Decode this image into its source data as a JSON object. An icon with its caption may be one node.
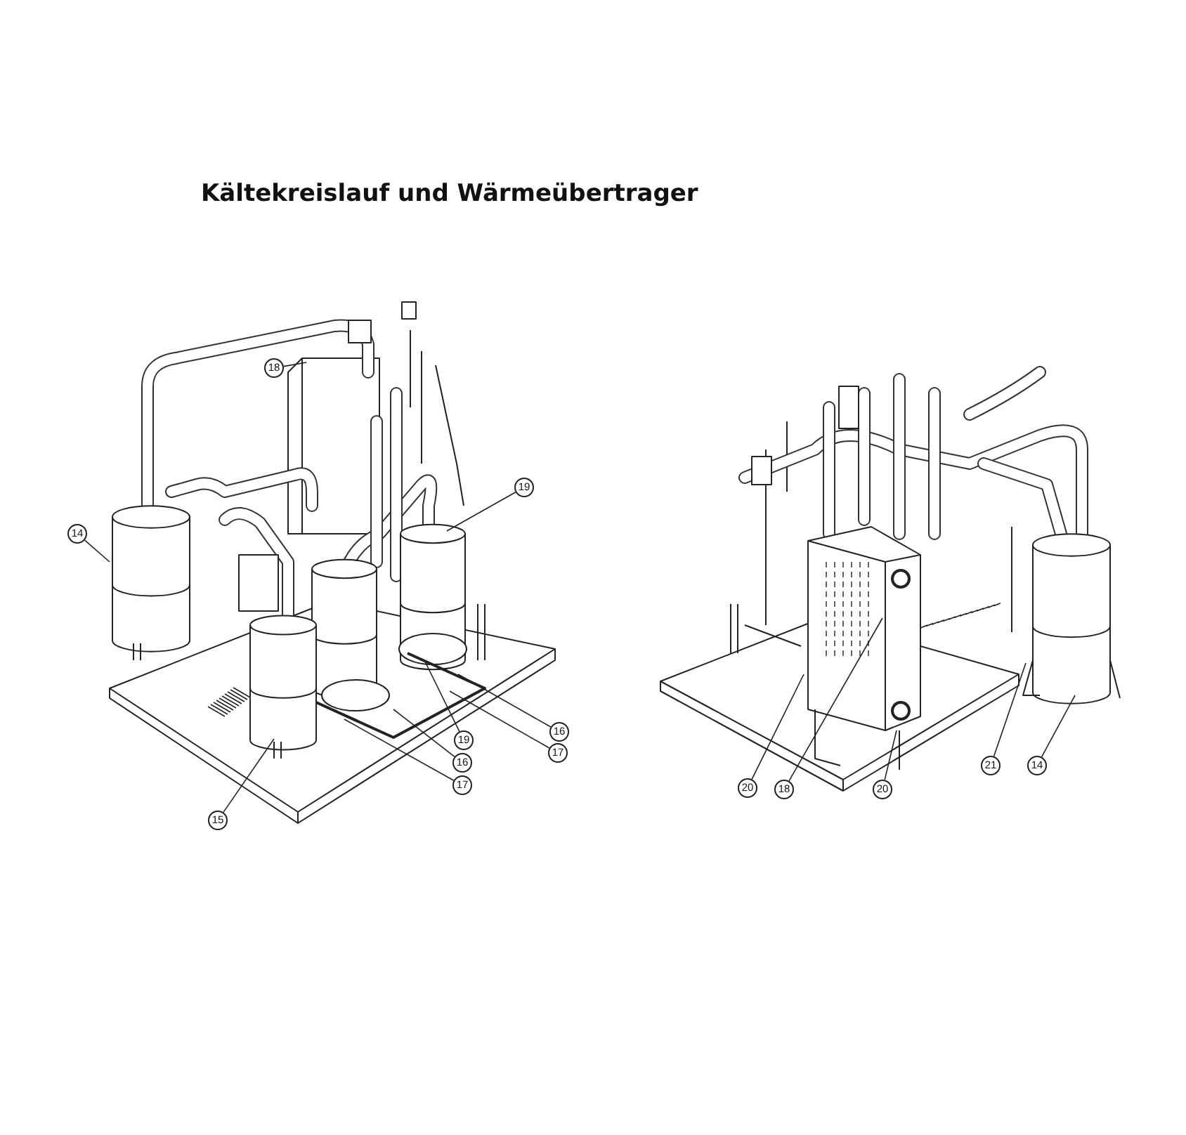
{
  "diagram": {
    "title": "Kältekreislauf und Wärmeübertrager",
    "nodes": [
      {
        "text": [
          "14"
        ]
      },
      {
        "text": [
          "18"
        ]
      },
      {
        "text": [
          "19"
        ]
      },
      {
        "text": [
          "16"
        ]
      },
      {
        "text": [
          "17"
        ]
      },
      {
        "text": [
          "19"
        ]
      },
      {
        "text": [
          "16"
        ]
      },
      {
        "text": [
          "17"
        ]
      },
      {
        "text": [
          "15"
        ]
      },
      {
        "text": [
          "20"
        ]
      },
      {
        "text": [
          "18"
        ]
      },
      {
        "text": [
          "20"
        ]
      },
      {
        "text": [
          "21"
        ]
      },
      {
        "text": [
          "14"
        ]
      }
    ],
    "edges": [
      {
        "from": 0,
        "to": null,
        "arrow": "none"
      },
      {
        "from": 1,
        "to": null,
        "arrow": "none"
      },
      {
        "from": 2,
        "to": null,
        "arrow": "none"
      },
      {
        "from": 3,
        "to": null,
        "arrow": "none"
      },
      {
        "from": 4,
        "to": null,
        "arrow": "none"
      },
      {
        "from": 5,
        "to": null,
        "arrow": "none"
      },
      {
        "from": 6,
        "to": null,
        "arrow": "none"
      },
      {
        "from": 7,
        "to": null,
        "arrow": "none"
      },
      {
        "from": 8,
        "to": null,
        "arrow": "none"
      },
      {
        "from": 9,
        "to": null,
        "arrow": "none"
      },
      {
        "from": 10,
        "to": null,
        "arrow": "none"
      },
      {
        "from": 11,
        "to": null,
        "arrow": "none"
      },
      {
        "from": 12,
        "to": null,
        "arrow": "none"
      },
      {
        "from": 13,
        "to": null,
        "arrow": "none"
      }
    ]
  }
}
